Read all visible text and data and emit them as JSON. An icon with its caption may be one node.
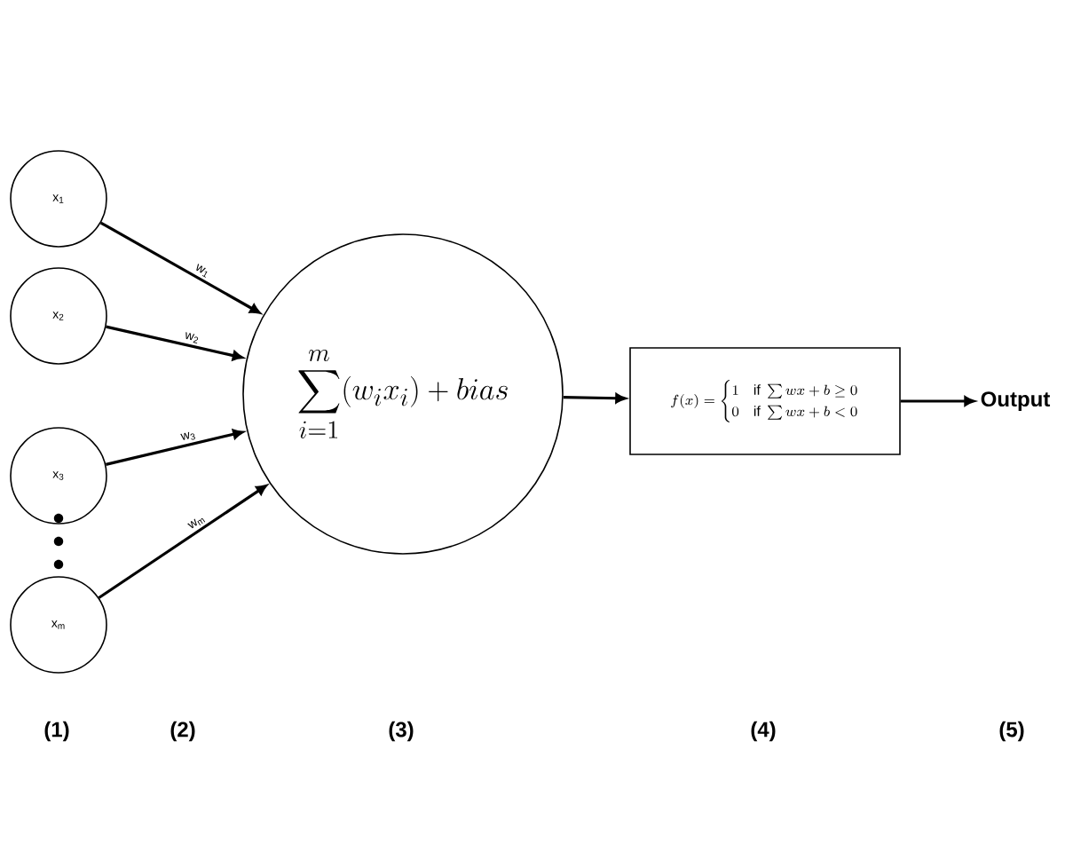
{
  "diagram": {
    "nodes": [
      {
        "text": [
          "x$_{1}$"
        ]
      },
      {
        "text": [
          "x$_{2}$"
        ]
      },
      {
        "text": [
          "x$_{3}$"
        ]
      },
      {
        "text": [
          "x$_{m}$"
        ]
      },
      {
        "text": [
          "\\sum_{i=1}^{m}(w_i x_i) + bias"
        ]
      },
      {
        "text": [
          "f(x) = \\begin{cases} 1 & \\text{if } \\sum wx + b \\geq 0 \\\\ 0 & \\text{if } \\sum wx + b < 0 \\end{cases}"
        ]
      },
      {
        "text": [
          "Output"
        ]
      }
    ],
    "edges": [
      {
        "from": 0,
        "to": 4,
        "arrow": "to",
        "label": "w$_{1}$"
      },
      {
        "from": 1,
        "to": 4,
        "arrow": "to",
        "label": "w$_{2}$"
      },
      {
        "from": 2,
        "to": 4,
        "arrow": "to",
        "label": "w$_{3}$"
      },
      {
        "from": 3,
        "to": 4,
        "arrow": "to",
        "label": "w$_{m}$"
      },
      {
        "from": 4,
        "to": 5,
        "arrow": "to"
      },
      {
        "from": 5,
        "to": 6,
        "arrow": "to"
      }
    ],
    "labels": [
      "(1)",
      "(2)",
      "(3)",
      "(4)",
      "(5)"
    ]
  }
}
